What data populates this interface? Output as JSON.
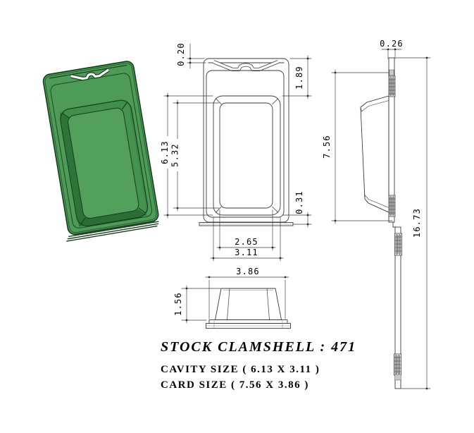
{
  "title_block": {
    "title": "STOCK CLAMSHELL : 471",
    "cavity_size": "CAVITY SIZE ( 6.13 X 3.11 )",
    "card_size": "CARD SIZE ( 7.56 X 3.86 )"
  },
  "front_view": {
    "dim_top_lip": "0.20",
    "dim_header_height": "1.89",
    "dim_cavity_height": "6.13",
    "dim_inner_height": "5.32",
    "dim_bottom_margin": "0.31",
    "dim_inner_width": "2.65",
    "dim_cavity_width": "3.11"
  },
  "bottom_view": {
    "dim_card_width": "3.86",
    "dim_cavity_depth": "1.56"
  },
  "side_view": {
    "dim_flange_thickness": "0.26",
    "dim_front_height": "7.56",
    "dim_total_height": "16.73"
  },
  "colors": {
    "clamshell_green": "#4e9b58",
    "cavity_face_green": "#52a05c",
    "cavity_ring_gray": "#e4e4e4",
    "line_color": "#3a3a3a"
  }
}
